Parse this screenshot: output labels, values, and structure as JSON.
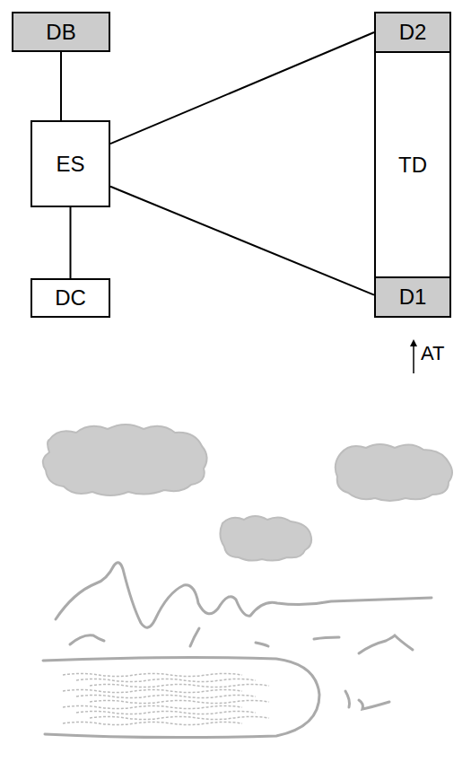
{
  "diagram": {
    "nodes": [
      {
        "text": [
          "DB"
        ]
      },
      {
        "text": [
          "ES"
        ]
      },
      {
        "text": [
          "DC"
        ]
      },
      {
        "text": [
          "TD"
        ]
      },
      {
        "text": [
          "D2"
        ],
        "in": 3
      },
      {
        "text": [
          "D1"
        ],
        "in": 3
      }
    ],
    "edges": [
      {
        "from": 0,
        "to": 1,
        "arrow": "none"
      },
      {
        "from": 1,
        "to": 2,
        "arrow": "none"
      },
      {
        "from": 1,
        "to": 4,
        "arrow": "none"
      },
      {
        "from": 1,
        "to": 5,
        "arrow": "none"
      }
    ],
    "labels": [
      "AT"
    ]
  }
}
